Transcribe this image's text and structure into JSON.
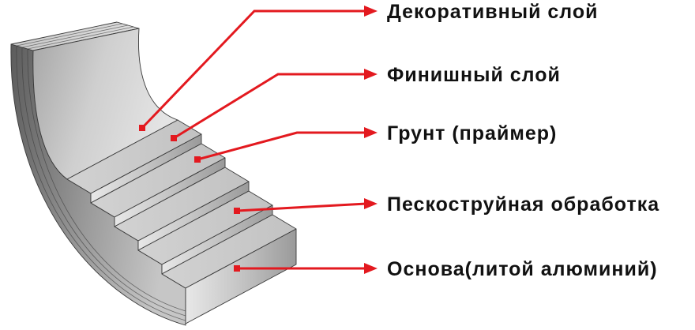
{
  "diagram": {
    "layers": [
      {
        "label": "Декоративный слой"
      },
      {
        "label": "Финишный слой"
      },
      {
        "label": "Грунт (праймер)"
      },
      {
        "label": "Пескоструйная обработка"
      },
      {
        "label": "Основа(литой алюминий)"
      }
    ]
  },
  "colors": {
    "arrow": "#e3191f",
    "text": "#111111",
    "background": "#ffffff"
  }
}
